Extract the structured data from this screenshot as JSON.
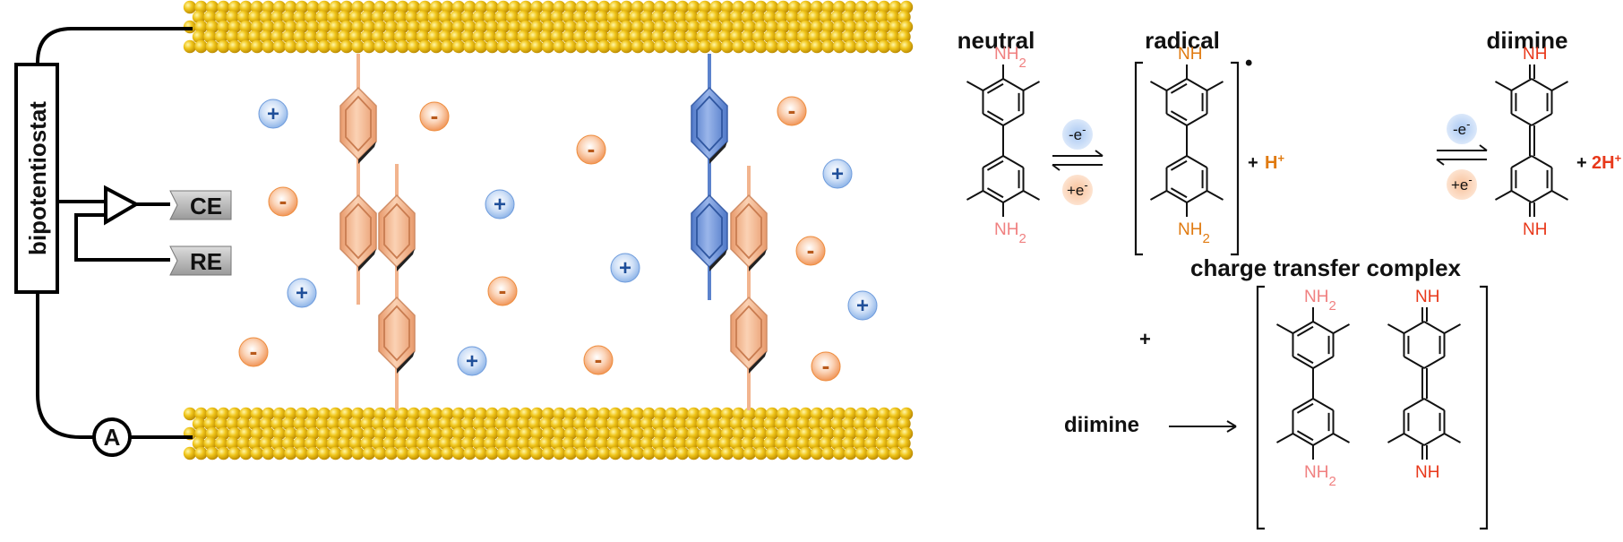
{
  "circuit": {
    "instrument": "bipotentiostat",
    "ce": "CE",
    "re": "RE",
    "ammeter": "A"
  },
  "ions": {
    "cation": "+",
    "anion": "-"
  },
  "scheme": {
    "neutral_title": "neutral",
    "radical_title": "radical",
    "diimine_title": "diimine",
    "nh2": "NH",
    "nh2_sub": "2",
    "nh": "NH",
    "radical_dot": "•",
    "plus": "+",
    "h_plus": "H",
    "two_h_plus": "2H",
    "sup_plus": "+",
    "minus_e": "-e",
    "plus_e": "+e",
    "e_sup": "-",
    "ct_title": "charge transfer complex",
    "bottom_plus": "+",
    "bottom_diimine": "diimine"
  },
  "colors": {
    "gold": "#e6b800",
    "neutral_label": "#f08080",
    "radical_label": "#e07a10",
    "diimine_label": "#e8381a",
    "cation": "#3a7fd0",
    "anion": "#ee8c3c",
    "blue_molecule": "#6f95d8",
    "orange_molecule": "#f4b58c"
  }
}
